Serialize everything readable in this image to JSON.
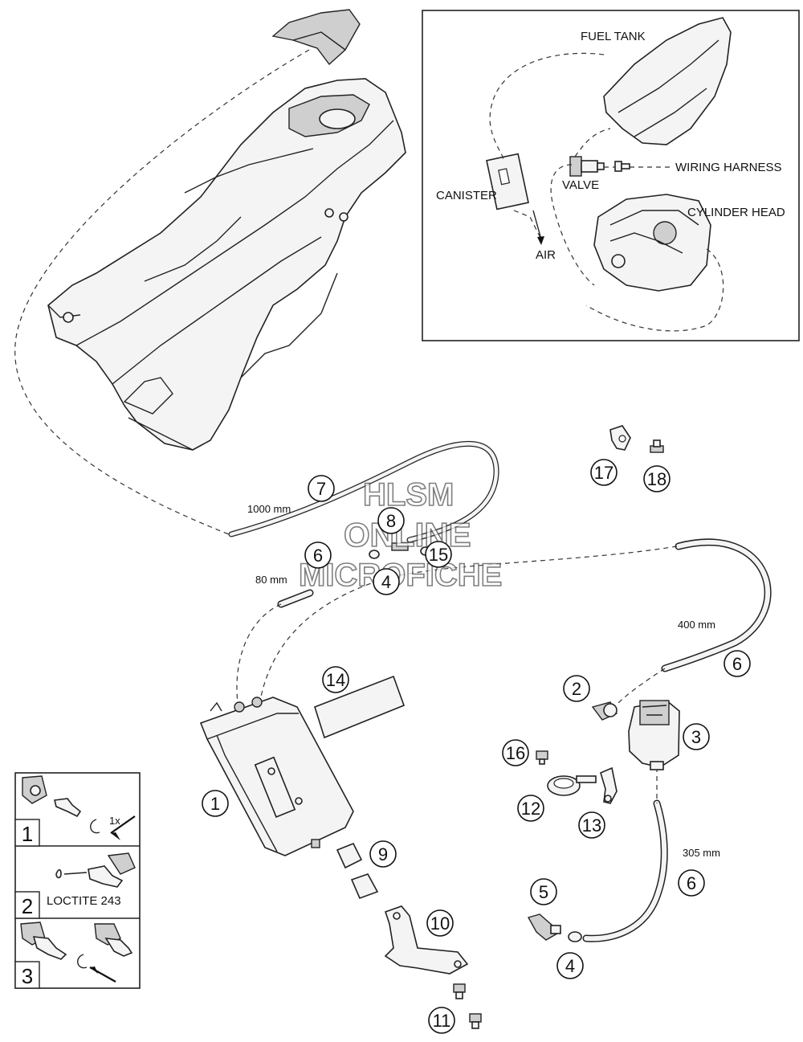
{
  "inset": {
    "labels": {
      "fuel_tank": "FUEL TANK",
      "canister": "CANISTER",
      "valve": "VALVE",
      "wiring_harness": "WIRING HARNESS",
      "cylinder_head": "CYLINDER HEAD",
      "air": "AIR"
    }
  },
  "hose_lengths": {
    "hose_7": "1000 mm",
    "hose_6_short": "80 mm",
    "hose_6_long": "400 mm",
    "hose_6_lower": "305 mm"
  },
  "callouts": {
    "c1": "1",
    "c2": "2",
    "c3": "3",
    "c4a": "4",
    "c4b": "4",
    "c5": "5",
    "c6a": "6",
    "c6b": "6",
    "c6c": "6",
    "c7": "7",
    "c8": "8",
    "c9": "9",
    "c10": "10",
    "c11": "11",
    "c12": "12",
    "c13": "13",
    "c14": "14",
    "c15": "15",
    "c16": "16",
    "c17": "17",
    "c18": "18"
  },
  "legend": {
    "step1_number": "1",
    "step1_torque": "1x",
    "step2_number": "2",
    "step2_text": "LOCTITE 243",
    "step3_number": "3"
  },
  "watermark": {
    "line1": "HLSM",
    "line2": "ONLINE",
    "line3": "MICROFICHE"
  }
}
